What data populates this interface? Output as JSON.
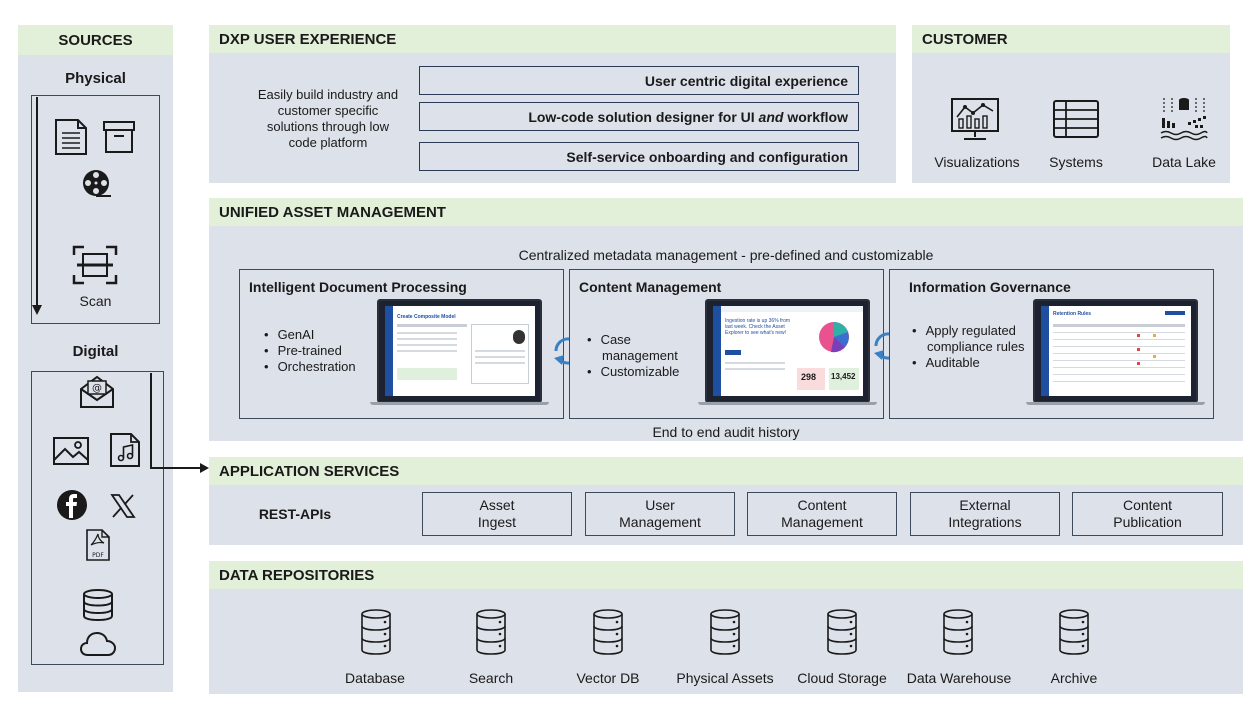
{
  "sources": {
    "header": "SOURCES",
    "physical_label": "Physical",
    "scan_label": "Scan",
    "digital_label": "Digital",
    "icons": [
      "document-icon",
      "archive-box-icon",
      "film-reel-icon",
      "scanner-icon",
      "email-icon",
      "image-icon",
      "music-file-icon",
      "facebook-icon",
      "x-logo-icon",
      "pdf-icon",
      "database-icon",
      "cloud-icon"
    ]
  },
  "dxp": {
    "header": "DXP USER EXPERIENCE",
    "description": "Easily build industry and customer specific solutions through low code platform",
    "items": [
      "User centric digital experience",
      "Low-code solution designer for UI and workflow",
      "Self-service onboarding and configuration"
    ]
  },
  "customer": {
    "header": "CUSTOMER",
    "items": [
      {
        "label": "Visualizations",
        "icon": "dashboard-monitor-icon"
      },
      {
        "label": "Systems",
        "icon": "server-stack-icon"
      },
      {
        "label": "Data Lake",
        "icon": "data-lake-icon"
      }
    ]
  },
  "uam": {
    "header": "UNIFIED ASSET MANAGEMENT",
    "top_text": "Centralized metadata management - pre-defined and customizable",
    "bottom_text": "End to end audit history",
    "cards": [
      {
        "title": "Intelligent Document Processing",
        "bullets": [
          "GenAI",
          "Pre-trained",
          "Orchestration"
        ]
      },
      {
        "title": "Content Management",
        "bullets": [
          "Case management",
          "Customizable"
        ]
      },
      {
        "title": "Information Governance",
        "bullets": [
          "Apply regulated compliance rules",
          "Auditable"
        ]
      }
    ],
    "screens": {
      "idp_title": "Create Composite Model",
      "cm_headline": "Ingestion rate is up 36% from last week. Check the Asset Explorer to see what's new!",
      "cm_stat_1": "298",
      "cm_stat_2": "13,452",
      "ig_title": "Retention Rules"
    }
  },
  "app_services": {
    "header": "APPLICATION SERVICES",
    "rest_label": "REST-APIs",
    "services": [
      "Asset\nIngest",
      "User\nManagement",
      "Content\nManagement",
      "External\nIntegrations",
      "Content\nPublication"
    ]
  },
  "repos": {
    "header": "DATA REPOSITORIES",
    "items": [
      "Database",
      "Search",
      "Vector DB",
      "Physical Assets",
      "Cloud Storage",
      "Data Warehouse",
      "Archive"
    ]
  },
  "colors": {
    "panel": "#dde1e9",
    "header_green": "#e2efd9",
    "border": "#3d4a5c",
    "sync_arrows": "#3b7fc4"
  }
}
